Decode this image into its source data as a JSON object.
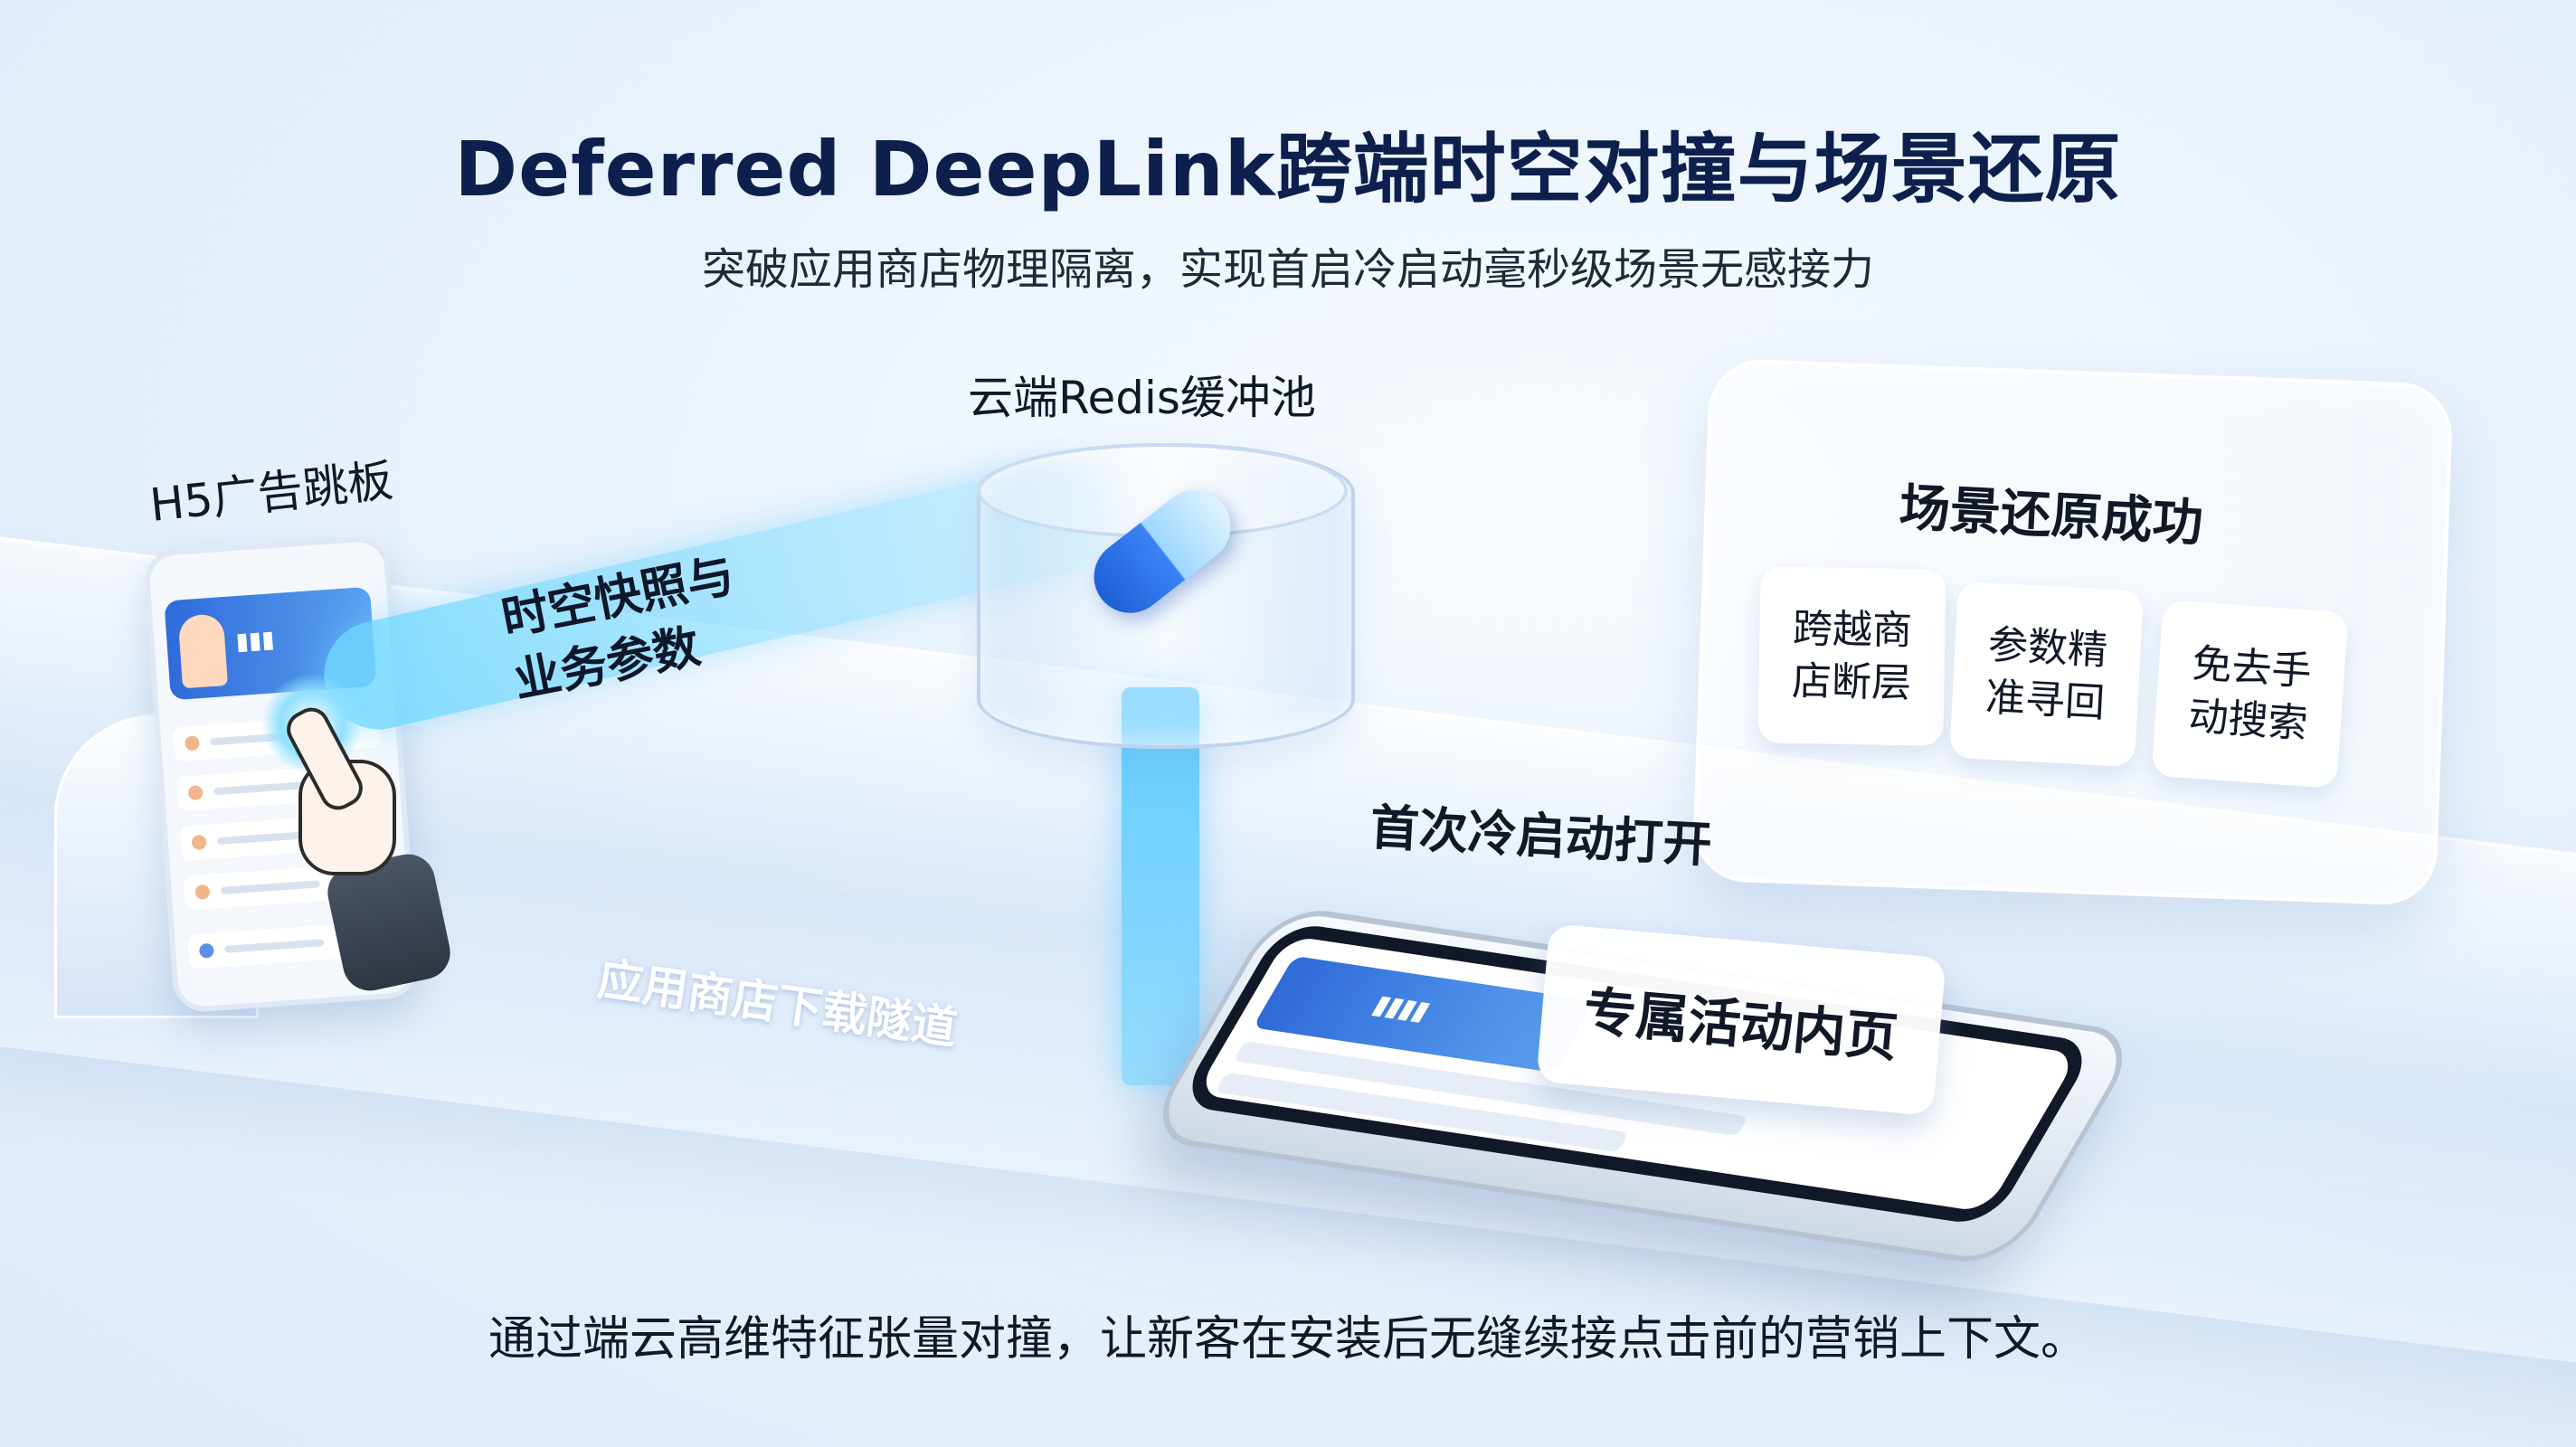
{
  "header": {
    "title": "Deferred DeepLink跨端时空对撞与场景还原",
    "subtitle": "突破应用商店物理隔离，实现首启冷启动毫秒级场景无感接力"
  },
  "h5": {
    "label": "H5广告跳板"
  },
  "beam": {
    "label": "时空快照与\n业务参数"
  },
  "redis": {
    "label": "云端Redis缓冲池"
  },
  "tunnel": {
    "label": "应用商店下载隧道"
  },
  "coldstart": {
    "label": "首次冷启动打开"
  },
  "phone": {
    "popup": "专属活动内页"
  },
  "success": {
    "title": "场景还原成功",
    "cards": [
      "跨越商\n店断层",
      "参数精\n准寻回",
      "免去手\n动搜索"
    ]
  },
  "footer": {
    "caption": "通过端云高维特征张量对撞，让新客在安装后无缝续接点击前的营销上下文。"
  },
  "colors": {
    "accent_blue": "#3b82f6",
    "beam_cyan": "#6ed7ff",
    "title_navy": "#0d1f4d"
  }
}
